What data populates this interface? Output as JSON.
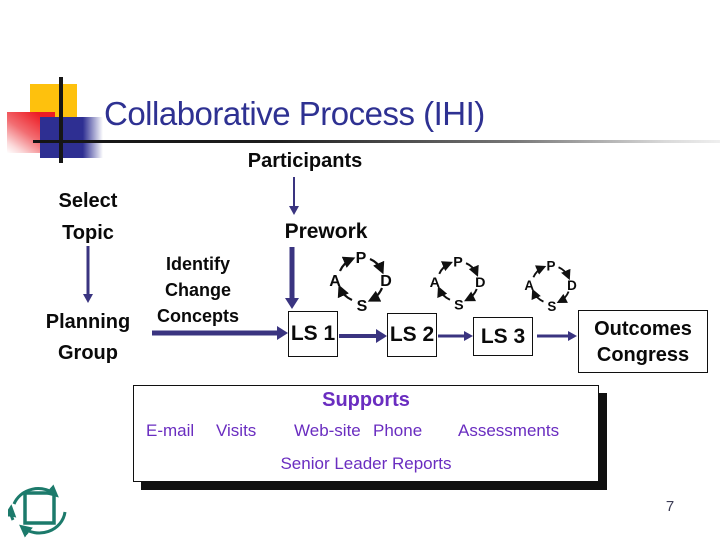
{
  "slide": {
    "title": "Collaborative Process (IHI)",
    "page_number": "7"
  },
  "flow": {
    "participants": "Participants",
    "select_topic": [
      "Select",
      "Topic"
    ],
    "prework": "Prework",
    "identify_change": [
      "Identify",
      "Change",
      "Concepts"
    ],
    "planning_group": [
      "Planning",
      "Group"
    ],
    "ls1": "LS 1",
    "ls2": "LS 2",
    "ls3": "LS 3",
    "outcomes": [
      "Outcomes",
      "Congress"
    ]
  },
  "pdsa": {
    "letters": [
      "P",
      "D",
      "S",
      "A"
    ]
  },
  "supports": {
    "title": "Supports",
    "items": [
      "E-mail",
      "Visits",
      "Web-site",
      "Phone",
      "Assessments"
    ],
    "footer": "Senior Leader Reports"
  },
  "colors": {
    "title_blue": "#2e3192",
    "arrow_blue": "#3a3480",
    "supports_purple": "#6a2dc0",
    "logo_teal": "#1c7a6b",
    "deco_yellow": "#fec10d",
    "deco_red": "#ed1c24",
    "deco_blue": "#2e2f92",
    "text_black": "#0a0a0a"
  }
}
